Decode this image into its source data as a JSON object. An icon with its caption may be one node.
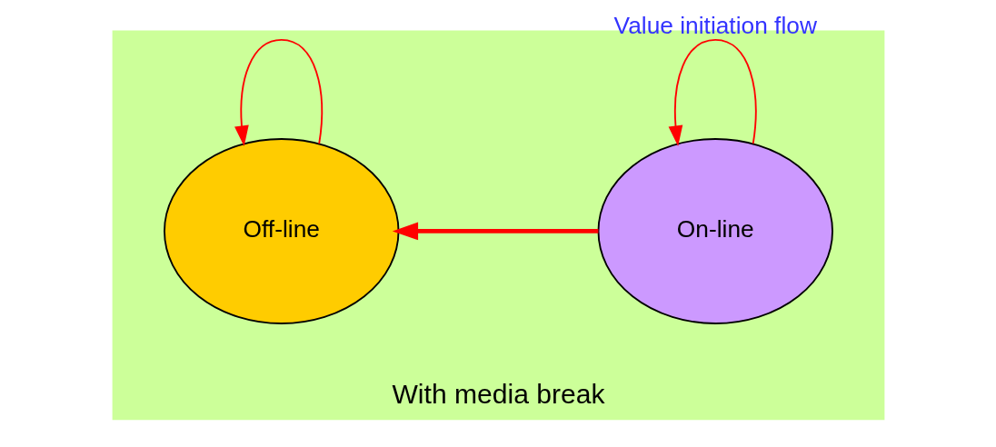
{
  "diagram": {
    "nodes": [
      {
        "text": [
          "With media break"
        ]
      },
      {
        "text": [
          "Off-line"
        ],
        "in": 0
      },
      {
        "text": [
          "On-line"
        ],
        "in": 0
      }
    ],
    "edges": [
      {
        "from": 2,
        "to": 1,
        "arrow": "to",
        "style": "thick"
      },
      {
        "from": 1,
        "to": 1,
        "arrow": "to"
      },
      {
        "from": 2,
        "to": 2,
        "arrow": "to",
        "label": "Value initiation flow"
      }
    ]
  }
}
